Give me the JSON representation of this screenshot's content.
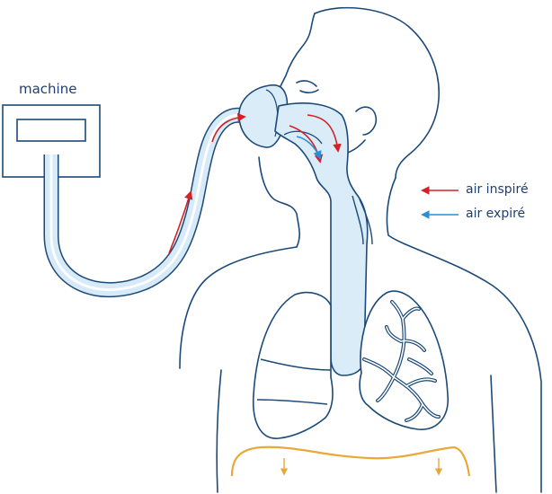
{
  "machine": {
    "label": "machine"
  },
  "legend": [
    {
      "label": "air inspiré",
      "color": "#d42027"
    },
    {
      "label": "air expiré",
      "color": "#2a8fd4"
    }
  ],
  "colors": {
    "outline": "#1c4a78",
    "airway_fill": "#d9ecf8",
    "tube_fill": "#d6eaf7",
    "diaphragm": "#e8a93a",
    "inspired_arrow": "#d42027",
    "expired_arrow": "#2a8fd4"
  },
  "icons": {
    "diaphragm_arrows": "arrow-down-icon"
  }
}
